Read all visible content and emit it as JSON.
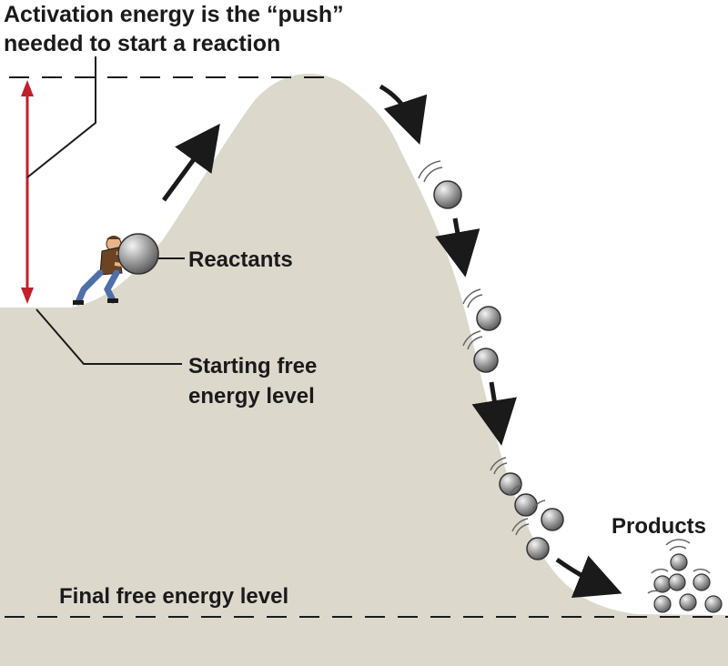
{
  "title": {
    "line1": "Activation energy is the “push”",
    "line2": "needed to start a reaction"
  },
  "labels": {
    "reactants": "Reactants",
    "starting_line1": "Starting free",
    "starting_line2": "energy level",
    "final": "Final free energy level",
    "products": "Products"
  },
  "colors": {
    "hill": "#ddd8cc",
    "activation_arrow": "#c0202a",
    "arrows": "#1a1a1a",
    "ball": "#8d8d8d"
  }
}
